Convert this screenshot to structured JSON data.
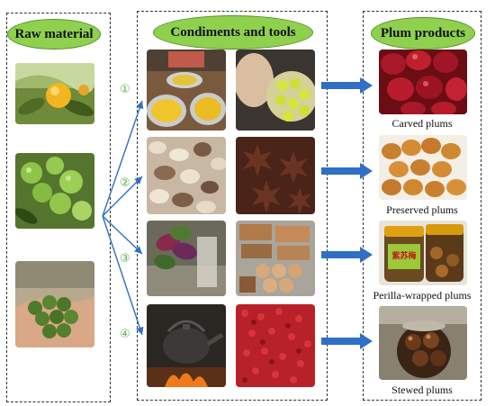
{
  "headers": {
    "raw_material": "Raw material",
    "condiments_tools": "Condiments and tools",
    "plum_products": "Plum products"
  },
  "steps": [
    "①",
    "②",
    "③",
    "④"
  ],
  "products": [
    "Carved plums",
    "Preserved plums",
    "Perilla-wrapped plums",
    "Stewed plums"
  ],
  "jar_label": "紫苏梅",
  "colors": {
    "pill_fill": "#8fd14f",
    "arrow_blue": "#2f6fc7",
    "step_green": "#5bb34a"
  }
}
